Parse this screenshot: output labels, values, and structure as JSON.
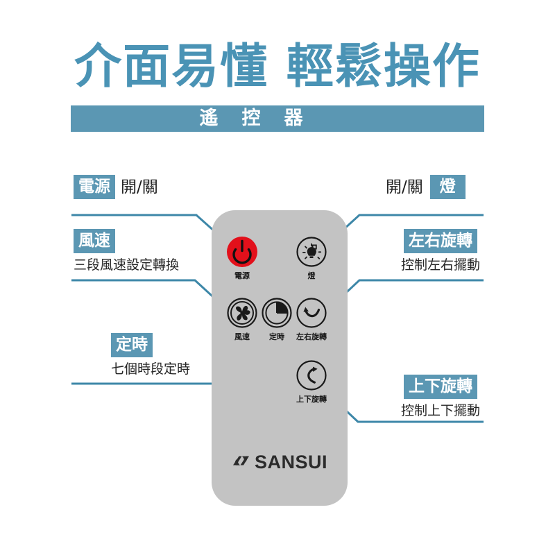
{
  "header": {
    "title": "介面易懂 輕鬆操作",
    "subtitle": "遙控器",
    "title_color": "#4a93b5",
    "banner_color": "#5b97b3"
  },
  "callouts": {
    "power": {
      "tag": "電源",
      "plain": "開/關",
      "desc": ""
    },
    "light": {
      "tag": "燈",
      "plain": "開/關",
      "desc": ""
    },
    "fan": {
      "tag": "風速",
      "plain": "",
      "desc": "三段風速設定轉換"
    },
    "swing_lr": {
      "tag": "左右旋轉",
      "plain": "",
      "desc": "控制左右擺動"
    },
    "timer": {
      "tag": "定時",
      "plain": "",
      "desc": "七個時段定時"
    },
    "swing_ud": {
      "tag": "上下旋轉",
      "plain": "",
      "desc": "控制上下擺動"
    }
  },
  "remote": {
    "body_color": "#c3c3c3",
    "buttons": [
      {
        "id": "power",
        "label": "電源",
        "icon": "power-icon",
        "color": "#e2101b"
      },
      {
        "id": "light",
        "label": "燈",
        "icon": "light-bulb-icon",
        "color": "#1a1a1a"
      },
      {
        "id": "fan",
        "label": "風速",
        "icon": "fan-icon",
        "color": "#1a1a1a"
      },
      {
        "id": "timer",
        "label": "定時",
        "icon": "clock-icon",
        "color": "#1a1a1a"
      },
      {
        "id": "swing_lr",
        "label": "左右旋轉",
        "icon": "swing-horizontal-icon",
        "color": "#1a1a1a"
      },
      {
        "id": "swing_ud",
        "label": "上下旋轉",
        "icon": "swing-vertical-icon",
        "color": "#1a1a1a"
      }
    ],
    "brand": "SANSUI"
  },
  "connector_color": "#3d87a8"
}
